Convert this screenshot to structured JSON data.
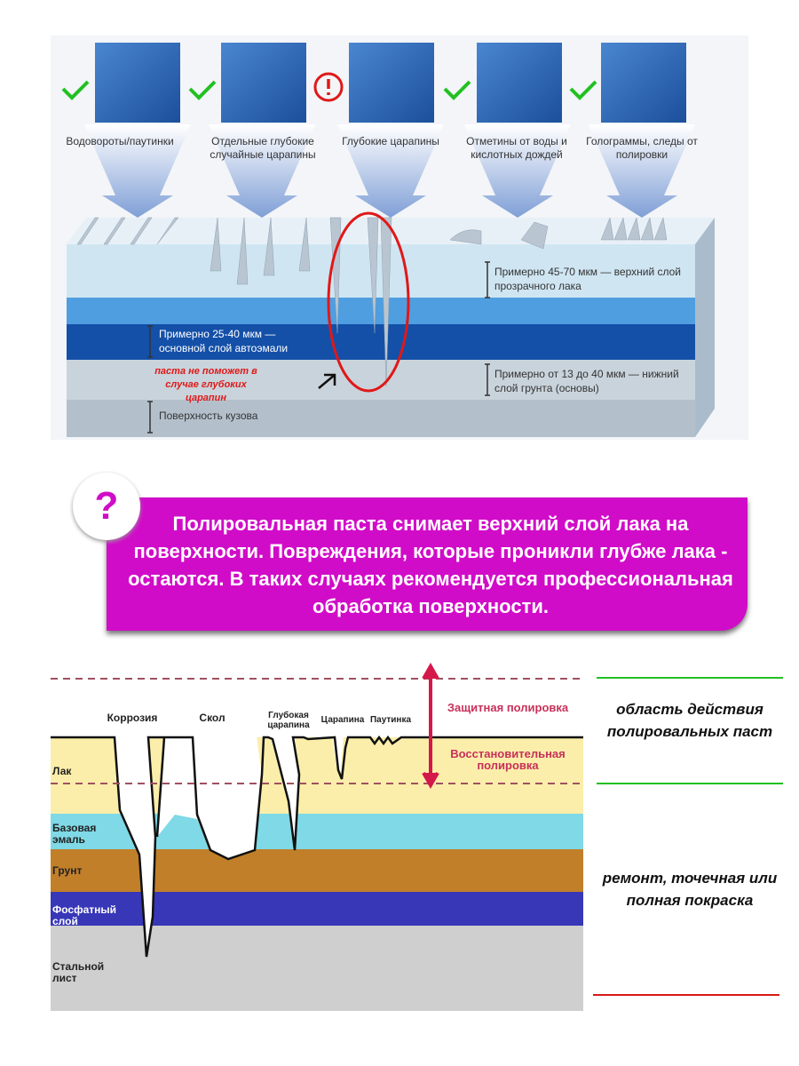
{
  "top_diagram": {
    "defects": [
      {
        "label": "Водовороты/паутинки",
        "status": "check"
      },
      {
        "label": "Отдельные глубокие случайные царапины",
        "status": "check"
      },
      {
        "label": "Глубокие царапины",
        "status": "warning"
      },
      {
        "label": "Отметины от воды и кислотных дождей",
        "status": "check"
      },
      {
        "label": "Голограммы, следы от полировки",
        "status": "check"
      }
    ],
    "layers": {
      "clearcoat": "Примерно 45-70 мкм — верхний слой прозрачного лака",
      "basecoat": "Примерно 25-40 мкм — основной слой автоэмали",
      "primer": "Примерно от 13 до 40 мкм — нижний слой грунта (основы)",
      "body": "Поверхность кузова"
    },
    "warning_note": "паста не поможет в случае глубоких царапин",
    "colors": {
      "check": "#22c022",
      "warning": "#e01818"
    }
  },
  "banner": {
    "icon": "?",
    "text": "Полировальная паста снимает верхний слой лака на поверхности. Повреждения, которые проникли глубже лака - остаются. В таких случаях рекомендуется профессиональная обработка поверхности.",
    "color": "#d10cc8"
  },
  "bottom_diagram": {
    "defects": [
      "Коррозия",
      "Скол",
      "Глубокая царапина",
      "Царапина",
      "Паутинка"
    ],
    "zones": [
      "Защитная полировка",
      "Восстановительная полировка"
    ],
    "layers": [
      "Лак",
      "Базовая эмаль",
      "Грунт",
      "Фосфатный слой",
      "Стальной лист"
    ]
  },
  "legend": {
    "polish_area": "область действия полировальных паст",
    "repair": "ремонт, точечная или полная покраска"
  }
}
